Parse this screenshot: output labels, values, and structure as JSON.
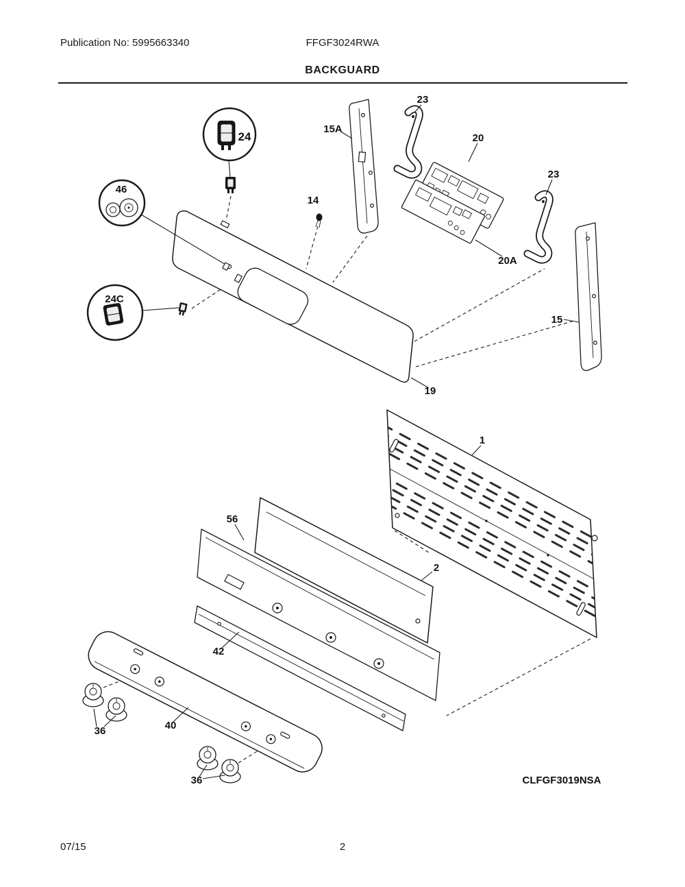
{
  "page": {
    "header": {
      "publication": "Publication No: 5995663340",
      "model": "FFGF3024RWA",
      "section_title": "BACKGUARD"
    },
    "footer": {
      "date": "07/15",
      "page_number": "2"
    }
  },
  "diagram": {
    "code": "CLFGF3019NSA",
    "callouts": [
      {
        "part": "switch",
        "text": "24"
      },
      {
        "part": "knob-kit",
        "text": "46"
      },
      {
        "part": "switch-alt",
        "text": "24C"
      },
      {
        "part": "screw",
        "text": "14"
      },
      {
        "part": "bracket-left",
        "text": "15A"
      },
      {
        "part": "support-upper",
        "text": "23"
      },
      {
        "part": "control-board",
        "text": "20"
      },
      {
        "part": "overlay",
        "text": "20A"
      },
      {
        "part": "support-right",
        "text": "23"
      },
      {
        "part": "bracket-right",
        "text": "15"
      },
      {
        "part": "control-panel",
        "text": "19"
      },
      {
        "part": "rear-backguard",
        "text": "1"
      },
      {
        "part": "mount-strip",
        "text": "56"
      },
      {
        "part": "rear-panel",
        "text": "2"
      },
      {
        "part": "trim-strip",
        "text": "42"
      },
      {
        "part": "manifold-panel",
        "text": "40"
      },
      {
        "part": "knobs-left",
        "text": "36"
      },
      {
        "part": "knobs-bottom",
        "text": "36"
      }
    ]
  }
}
